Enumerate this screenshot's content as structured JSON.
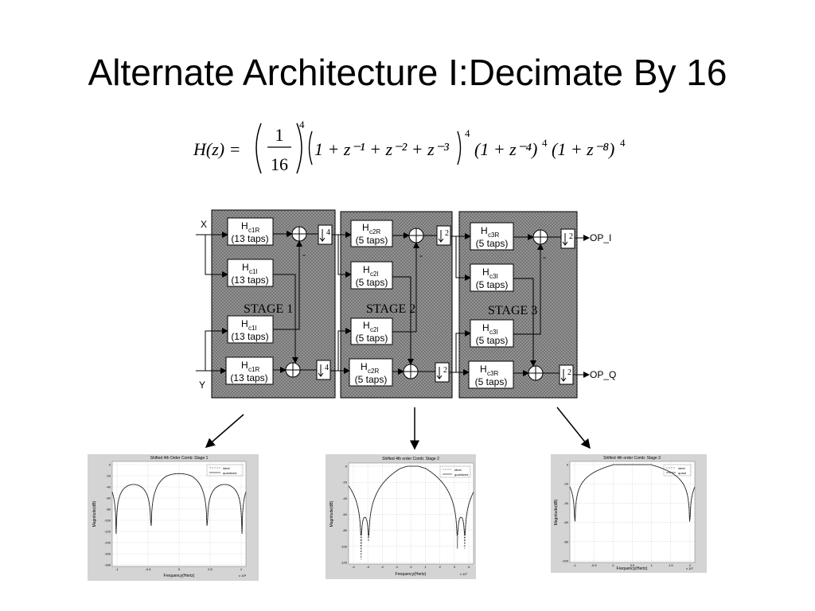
{
  "slide": {
    "title": "Alternate Architecture I:Decimate By 16"
  },
  "equation": {
    "lhs": "H(z) =",
    "frac_num": "1",
    "frac_den": "16",
    "pow1": "4",
    "group1": "1 + z⁻¹ + z⁻² + z⁻³",
    "pow2": "4",
    "group2": "(1 + z⁻⁴)",
    "pow3": "4",
    "group3": "(1 + z⁻⁸)",
    "pow4": "4"
  },
  "diagram": {
    "input_x": "X",
    "input_y": "Y",
    "stages": [
      {
        "label": "STAGE 1",
        "filters": [
          {
            "name": "H",
            "sub": "c1R",
            "taps": "(13 taps)"
          },
          {
            "name": "H",
            "sub": "c1I",
            "taps": "(13 taps)"
          },
          {
            "name": "H",
            "sub": "c1I",
            "taps": "(13 taps)"
          },
          {
            "name": "H",
            "sub": "c1R",
            "taps": "(13 taps)"
          }
        ],
        "decim": "4",
        "minus": "-"
      },
      {
        "label": "STAGE 2",
        "filters": [
          {
            "name": "H",
            "sub": "c2R",
            "taps": "(5 taps)"
          },
          {
            "name": "H",
            "sub": "c2I",
            "taps": "(5 taps)"
          },
          {
            "name": "H",
            "sub": "c2I",
            "taps": "(5 taps)"
          },
          {
            "name": "H",
            "sub": "c2R",
            "taps": "(5 taps)"
          }
        ],
        "decim": "2",
        "minus": "-"
      },
      {
        "label": "STAGE 3",
        "filters": [
          {
            "name": "H",
            "sub": "c3R",
            "taps": "(5 taps)"
          },
          {
            "name": "H",
            "sub": "c3I",
            "taps": "(5 taps)"
          },
          {
            "name": "H",
            "sub": "c3I",
            "taps": "(5 taps)"
          },
          {
            "name": "H",
            "sub": "c3R",
            "taps": "(5 taps)"
          }
        ],
        "decim": "2",
        "minus": "-"
      }
    ],
    "output_i": "OP_I",
    "output_q": "OP_Q"
  },
  "plots": [
    {
      "title": "Shifted 4th Order Comb: Stage 1",
      "ylabel": "Magnitude(dB)",
      "xlabel": "Frequency(Hertz)",
      "exp": "x 10⁸",
      "legend": [
        "ideal",
        "quantized"
      ],
      "yticks": [
        "0",
        "-20",
        "-40",
        "-60",
        "-80",
        "-100",
        "-120",
        "-140",
        "-160",
        "-180"
      ],
      "xticks": [
        "-1",
        "-0.5",
        "0",
        "0.5",
        "1"
      ]
    },
    {
      "title": "Shifted 4th order Comb: Stage 2",
      "ylabel": "Magnitude(dB)",
      "xlabel": "Frequency(Hertz)",
      "exp": "x 10⁷",
      "legend": [
        "ideal",
        "quantized"
      ],
      "yticks": [
        "0",
        "-20",
        "-40",
        "-60",
        "-80",
        "-100",
        "-120"
      ],
      "xticks": [
        "-4",
        "-3",
        "-2",
        "-1",
        "0",
        "1",
        "2",
        "3",
        "4"
      ]
    },
    {
      "title": "Shifted 4th order Comb: Stage 3",
      "ylabel": "Magnitude(dB)",
      "xlabel": "Frequency(Hertz)",
      "exp": "x 10⁷",
      "legend": [
        "ideal",
        "quant"
      ],
      "yticks": [
        "0",
        "-20",
        "-40",
        "-60",
        "-80",
        "-100"
      ],
      "xticks": [
        "-1",
        "-0.5",
        "0",
        "0.5",
        "1",
        "1.5",
        "2"
      ]
    }
  ]
}
